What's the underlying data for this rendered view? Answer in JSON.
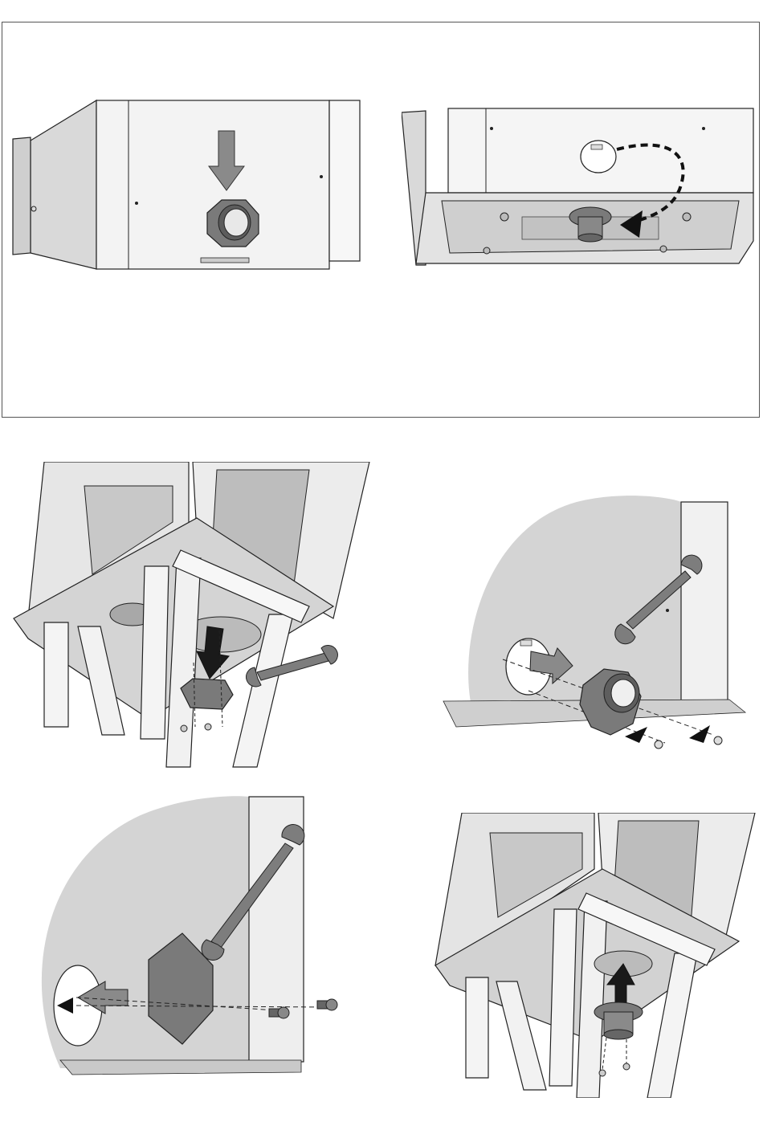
{
  "figures": [
    {
      "id": "fig-top-left",
      "icons": [
        "down-arrow-icon",
        "flue-collar"
      ]
    },
    {
      "id": "fig-top-right",
      "icons": [
        "dashed-curved-arrow-icon",
        "flue-collar"
      ]
    },
    {
      "id": "fig-mid-left",
      "icons": [
        "down-arrow-icon",
        "blanking-plate",
        "wrench-icon",
        "screw-icon"
      ]
    },
    {
      "id": "fig-mid-right",
      "icons": [
        "right-arrow-icon",
        "flue-collar",
        "wrench-icon",
        "screw-icon"
      ]
    },
    {
      "id": "fig-bottom-left",
      "icons": [
        "left-arrow-icon",
        "blanking-plate",
        "wrench-icon",
        "screw-icon"
      ]
    },
    {
      "id": "fig-bottom-right",
      "icons": [
        "up-arrow-icon",
        "flue-collar",
        "screw-icon"
      ]
    }
  ],
  "colors": {
    "outline": "#222222",
    "panel_light": "#f2f2f2",
    "panel_mid": "#d9d9d9",
    "panel_dark": "#bdbdbd",
    "part_gray": "#7a7a7a",
    "detail_bg": "#d4d4d4"
  }
}
